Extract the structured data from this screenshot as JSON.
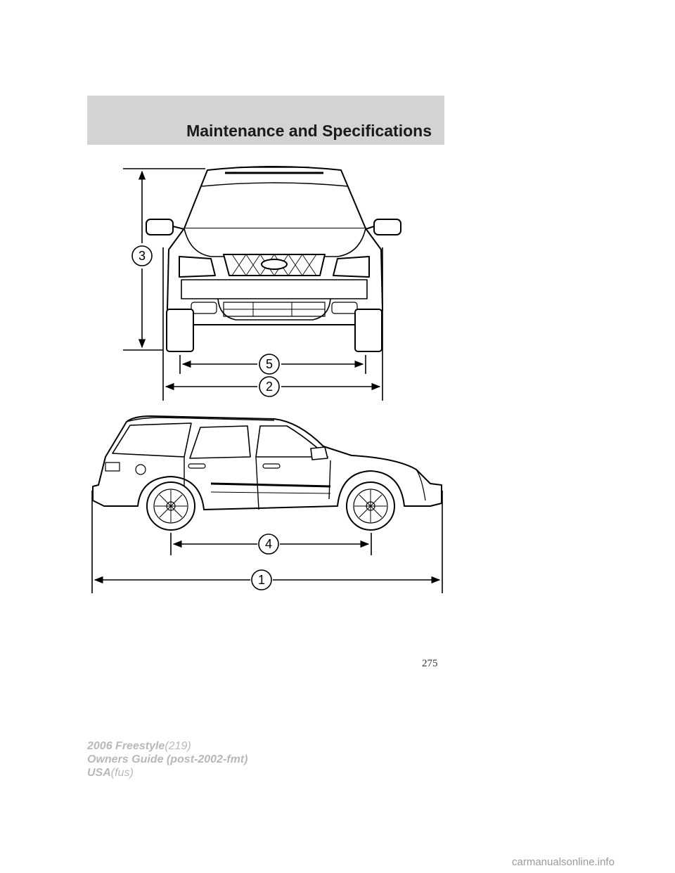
{
  "header": {
    "title": "Maintenance and Specifications"
  },
  "figure": {
    "callouts": {
      "overall_length": "1",
      "overall_width": "2",
      "overall_height": "3",
      "wheelbase": "4",
      "track": "5"
    }
  },
  "page_number": "275",
  "footer": {
    "line1_bold": "2006 Freestyle",
    "line1_normal": "(219)",
    "line2_bold": "Owners Guide (post-2002-fmt)",
    "line3_bold": "USA",
    "line3_normal": "(fus)"
  },
  "watermark": "carmanualsonline.info"
}
